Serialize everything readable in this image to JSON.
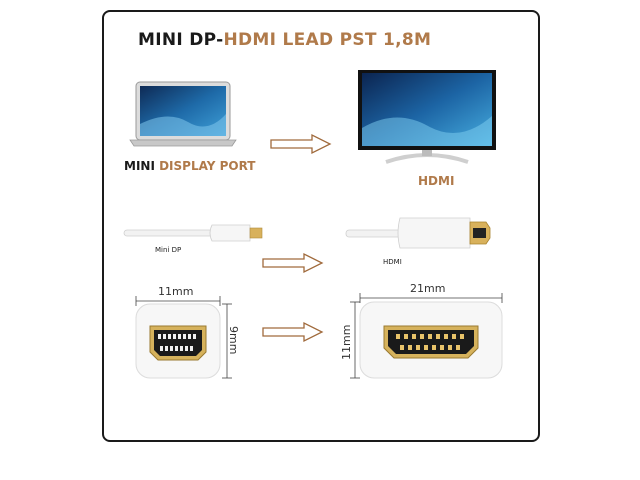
{
  "title": {
    "part1": "MINI DP-",
    "part2": "HDMI LEAD PST 1,8M"
  },
  "labels": {
    "mini_display_port_1": "MINI ",
    "mini_display_port_2": "DISPLAY PORT",
    "hdmi": "HDMI",
    "mini_dp_small": "Mini DP",
    "hdmi_small": "HDMI"
  },
  "dimensions": {
    "mini_width": "11mm",
    "mini_height": "9mm",
    "hdmi_width": "21mm",
    "hdmi_height": "11mm"
  },
  "colors": {
    "accent": "#b07a4a",
    "dark": "#1a1a1a",
    "screen_blue": "#1e5c9a"
  }
}
